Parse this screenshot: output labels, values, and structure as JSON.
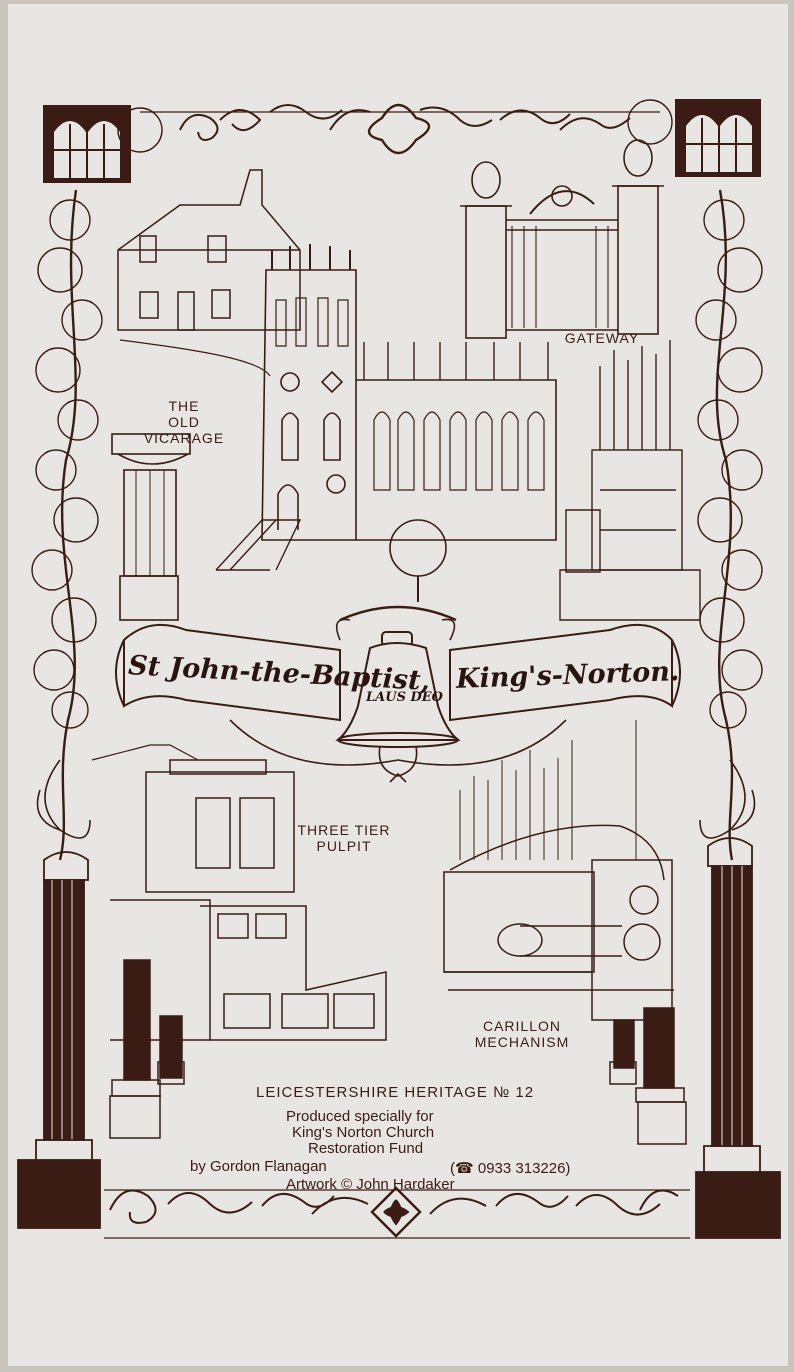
{
  "labels": {
    "old_vicarage_line1": "THE",
    "old_vicarage_line2": "OLD VICARAGE",
    "gateway": "GATEWAY",
    "pulpit_line1": "THREE TIER",
    "pulpit_line2": "PULPIT",
    "carillon_line1": "CARILLON",
    "carillon_line2": "MECHANISM"
  },
  "banner": {
    "left": "St John-the-Baptist,",
    "right": "King's-Norton.",
    "bell_motto": "LAUS DEO"
  },
  "credits": {
    "series": "LEICESTERSHIRE HERITAGE № 12",
    "produced_line1": "Produced specially for",
    "produced_line2": "King's Norton Church",
    "produced_line3": "Restoration Fund",
    "author": "by Gordon Flanagan",
    "phone": "(☎ 0933  313226)",
    "artwork": "Artwork  ©  John Hardaker"
  },
  "colors": {
    "ink": "#3a1c14",
    "cloth": "#e7e6e2"
  }
}
